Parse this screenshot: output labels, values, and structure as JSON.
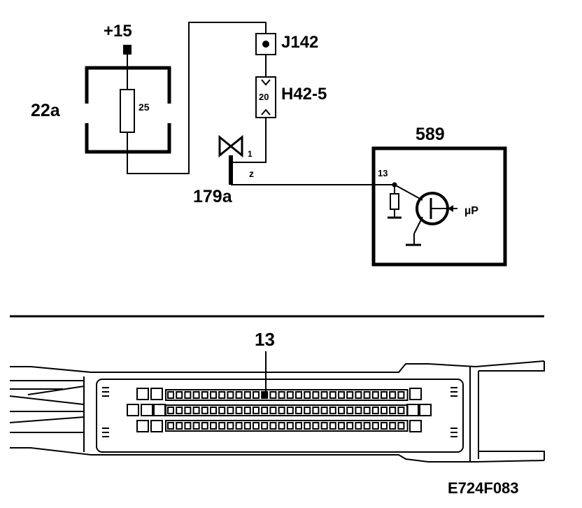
{
  "schematic": {
    "supply_label": "+15",
    "fuse_box_label": "22a",
    "fuse_value": "25",
    "connector_top_label": "J142",
    "connector_mid_label": "H42-5",
    "connector_mid_value": "20",
    "switch_label": "179a",
    "switch_pin_label": "1",
    "wire_label": "z",
    "ecu_label": "589",
    "ecu_pin_label": "13",
    "ecu_input_label": "µP"
  },
  "connector_view": {
    "pin_label": "13"
  },
  "figure_id": "E724F083"
}
